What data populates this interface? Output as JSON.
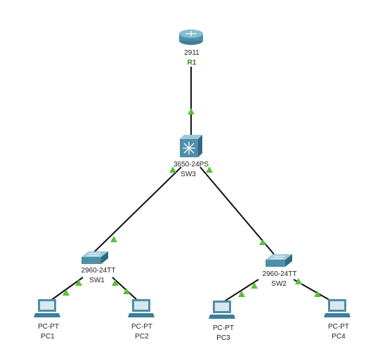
{
  "topology": {
    "devices": [
      {
        "id": "R1",
        "model": "2911",
        "name": "R1",
        "type": "router"
      },
      {
        "id": "SW3",
        "model": "3650-24PS",
        "name": "SW3",
        "type": "multilayer-switch"
      },
      {
        "id": "SW1",
        "model": "2960-24TT",
        "name": "SW1",
        "type": "switch"
      },
      {
        "id": "SW2",
        "model": "2960-24TT",
        "name": "SW2",
        "type": "switch"
      },
      {
        "id": "PC1",
        "model": "PC-PT",
        "name": "PC1",
        "type": "pc"
      },
      {
        "id": "PC2",
        "model": "PC-PT",
        "name": "PC2",
        "type": "pc"
      },
      {
        "id": "PC3",
        "model": "PC-PT",
        "name": "PC3",
        "type": "pc"
      },
      {
        "id": "PC4",
        "model": "PC-PT",
        "name": "PC4",
        "type": "pc"
      }
    ],
    "links": [
      {
        "from": "R1",
        "to": "SW3",
        "status": "up"
      },
      {
        "from": "SW3",
        "to": "SW1",
        "status": "up"
      },
      {
        "from": "SW3",
        "to": "SW2",
        "status": "up"
      },
      {
        "from": "SW1",
        "to": "PC1",
        "status": "up"
      },
      {
        "from": "SW1",
        "to": "PC2",
        "status": "up"
      },
      {
        "from": "SW2",
        "to": "PC3",
        "status": "up"
      },
      {
        "from": "SW2",
        "to": "PC4",
        "status": "up"
      }
    ]
  },
  "colors": {
    "link": "#111111",
    "link_up_indicator": "#5bbf3a",
    "device_body": "#4e8fa8",
    "device_top": "#7fb6c9",
    "pc_screen": "#d7e7f0"
  }
}
